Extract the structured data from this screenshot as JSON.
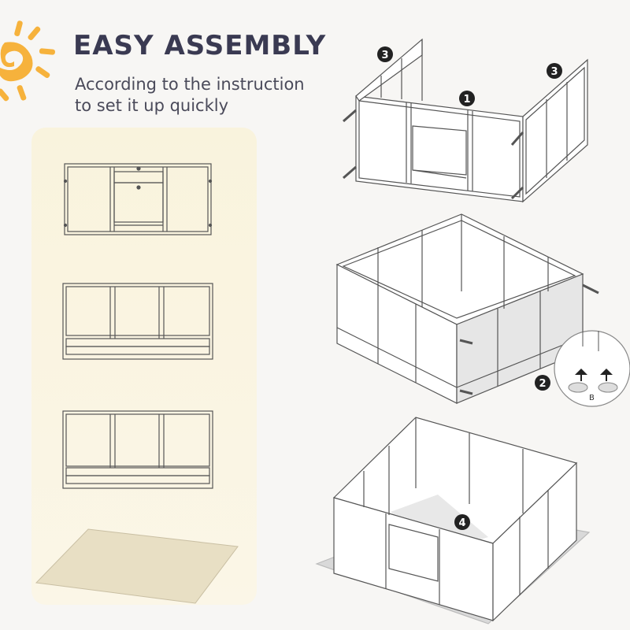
{
  "header": {
    "title": "EASY ASSEMBLY",
    "subtitle_line1": "According to the instruction",
    "subtitle_line2": "to set it up quickly"
  },
  "steps": {
    "step1": "1",
    "step2": "2",
    "step3a": "3",
    "step3b": "3",
    "step4": "4",
    "detail_label": "B"
  },
  "colors": {
    "sun": "#f6b23c",
    "title": "#3a3a52",
    "panel": "#f9f3dd",
    "line": "#555555",
    "badge": "#222222"
  }
}
